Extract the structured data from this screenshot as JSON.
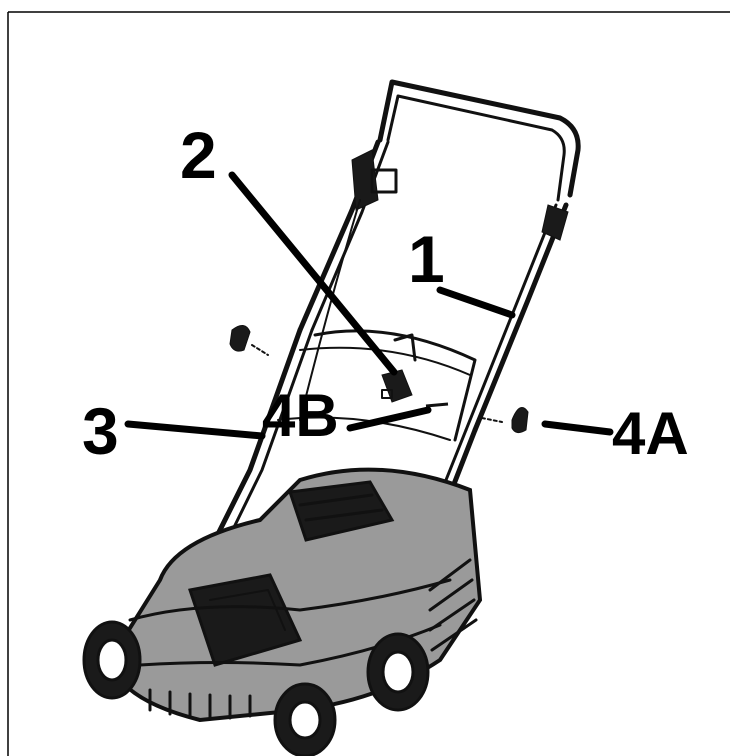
{
  "colors": {
    "ink": "#000000",
    "background": "#ffffff",
    "border": "#000000"
  },
  "callouts": {
    "handle_bar": {
      "label": "1"
    },
    "locking_knob": {
      "label": "2"
    },
    "lower_handle": {
      "label": "3"
    },
    "clip_4a": {
      "label": "4A"
    },
    "clip_4b": {
      "label": "4B"
    }
  },
  "illustration": {
    "subject": "lawn-mower-icon"
  }
}
